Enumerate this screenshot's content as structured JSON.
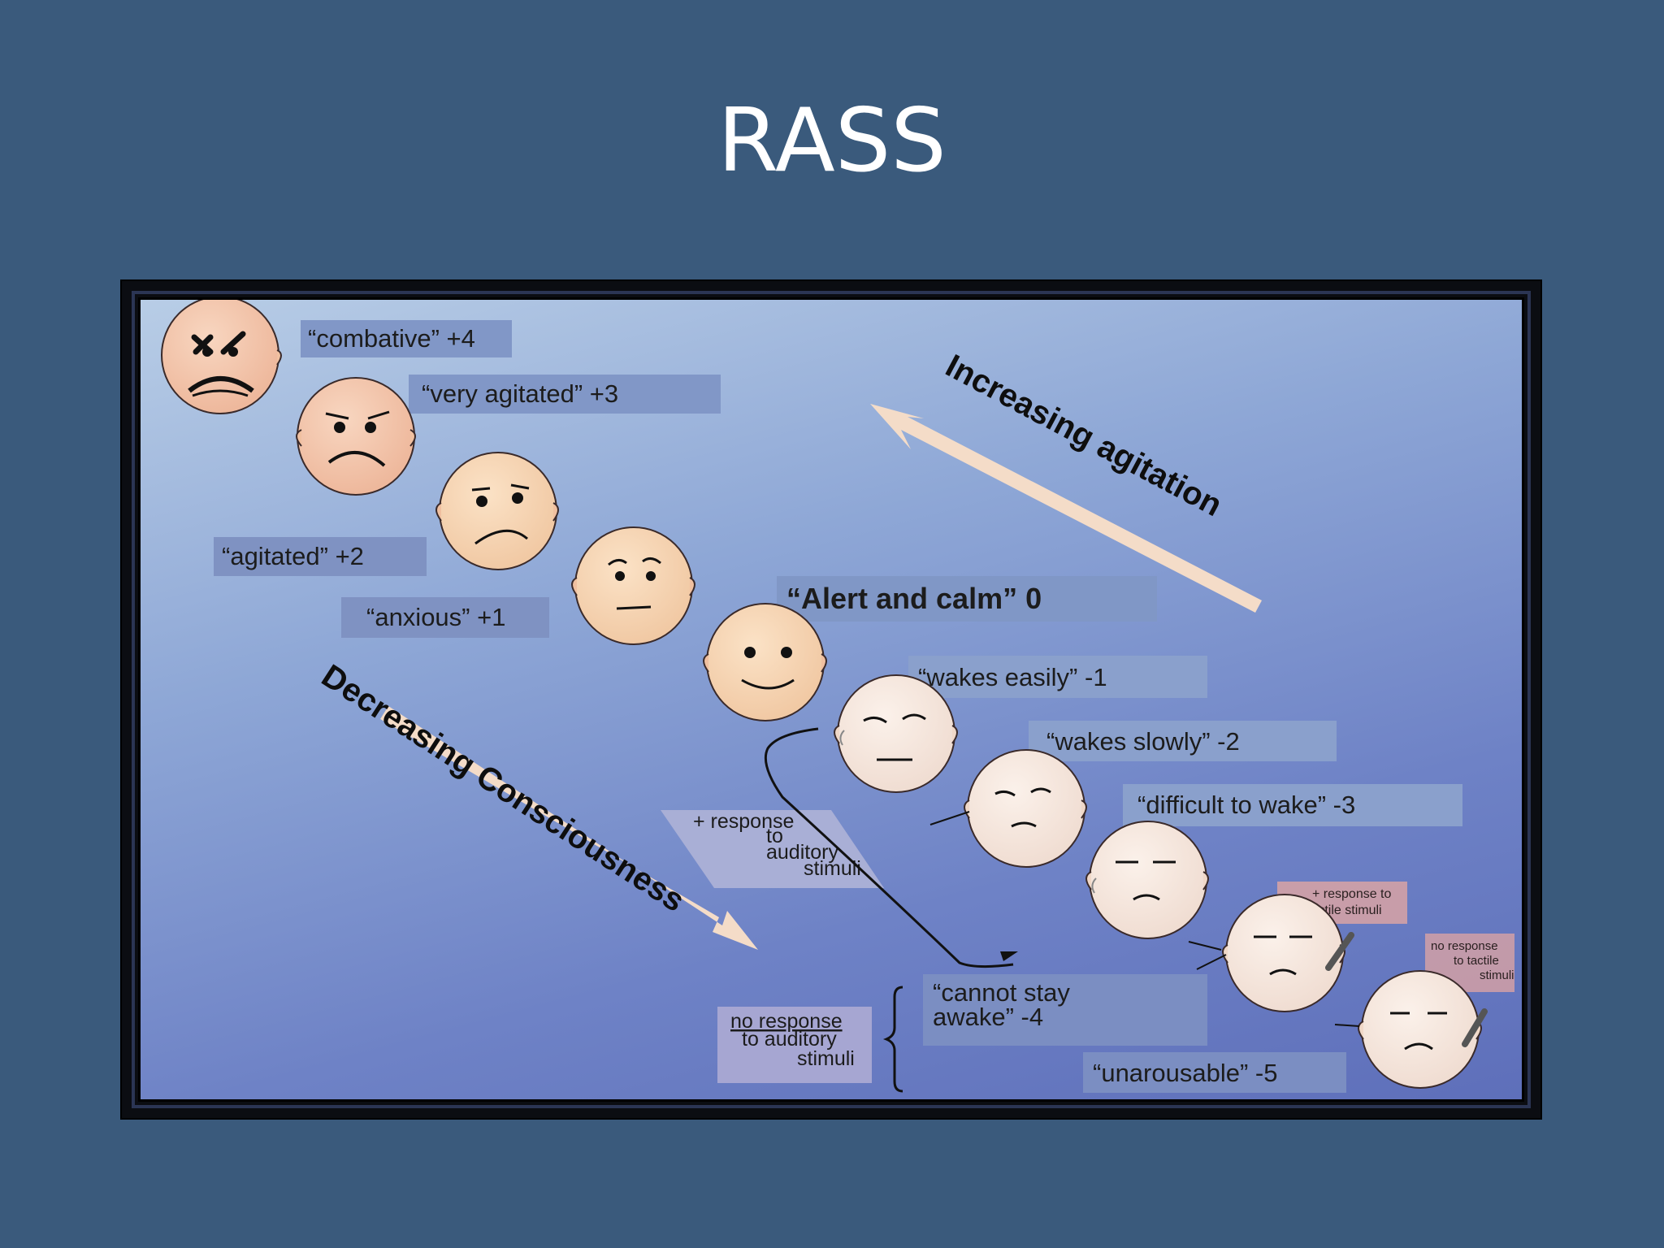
{
  "title": "RASS",
  "levels": [
    {
      "label": "“combative” +4"
    },
    {
      "label": "“very agitated”  +3"
    },
    {
      "label": "“agitated” +2"
    },
    {
      "label": "“anxious”  +1"
    },
    {
      "label": "“Alert and calm”  0"
    },
    {
      "label": "“wakes easily”  -1"
    },
    {
      "label": "“wakes slowly”  -2"
    },
    {
      "label": "“difficult to wake”  -3"
    },
    {
      "label": "“cannot stay",
      "label2": "awake” -4"
    },
    {
      "label": "“unarousable”  -5"
    }
  ],
  "arrows": {
    "agitation": "Increasing agitation",
    "consciousness": "Decreasing Consciousness"
  },
  "notes": {
    "auditory_positive": [
      "+ response",
      "to",
      "auditory",
      "stimuli"
    ],
    "auditory_negative": [
      "no response",
      "to auditory",
      "stimuli"
    ],
    "tactile_positive": [
      "+ response to",
      "tactile stimuli"
    ],
    "tactile_negative": [
      "no response",
      "to tactile",
      "stimuli"
    ]
  },
  "colors": {
    "slide_background": "#3a5a7c",
    "title_text": "#ffffff",
    "face_agitated": "#f4c6aa",
    "face_calm": "#f6d3b0",
    "face_sedated": "#f6e6dc",
    "arrow_fill": "#f4dcc8",
    "label_box": "#7f92c2"
  }
}
